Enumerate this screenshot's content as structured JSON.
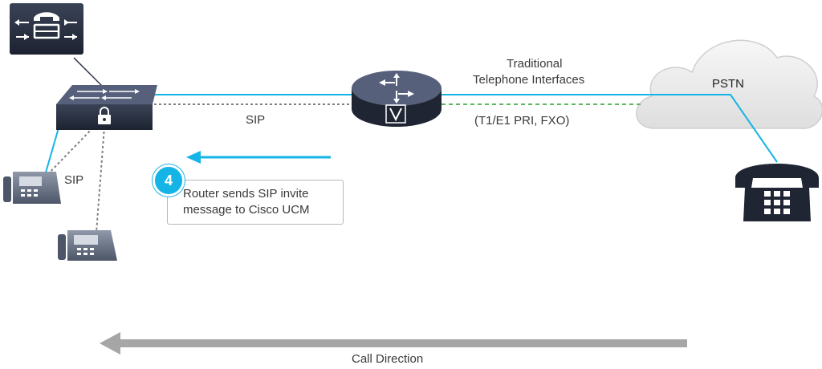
{
  "labels": {
    "traditional_line1": "Traditional",
    "traditional_line2": "Telephone Interfaces",
    "pstn": "PSTN",
    "sip_trunk": "SIP",
    "t1e1": "(T1/E1 PRI, FXO)",
    "sip_phone": "SIP",
    "call_direction": "Call Direction"
  },
  "step": {
    "number": "4",
    "line1": "Router sends SIP invite",
    "line2": "message to Cisco UCM"
  },
  "colors": {
    "signal_blue": "#14b4e6",
    "device_dark": "#2a3142",
    "pri_green": "#5cb85c",
    "arrow_gray": "#a6a6a6",
    "cloud_fill": "#eeeeee"
  },
  "icons": {
    "ucm": "cisco-ucm-icon",
    "switch": "secure-switch-icon",
    "router": "voice-router-icon",
    "cloud": "pstn-cloud-icon",
    "analog_phone": "analog-phone-icon",
    "ip_phone": "ip-phone-icon"
  }
}
